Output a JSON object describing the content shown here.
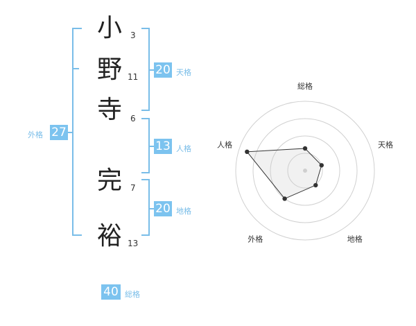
{
  "name": {
    "chars": [
      {
        "char": "小",
        "strokes": "3"
      },
      {
        "char": "野",
        "strokes": "11"
      },
      {
        "char": "寺",
        "strokes": "6"
      },
      {
        "char": "完",
        "strokes": "7"
      },
      {
        "char": "裕",
        "strokes": "13"
      }
    ]
  },
  "fortunes": {
    "tenkaku": {
      "value": "20",
      "label": "天格"
    },
    "jinkaku": {
      "value": "13",
      "label": "人格"
    },
    "chikaku": {
      "value": "20",
      "label": "地格"
    },
    "gaikaku": {
      "value": "27",
      "label": "外格"
    },
    "soukaku": {
      "value": "40",
      "label": "総格"
    }
  },
  "colors": {
    "accent": "#7cc3ef",
    "bracket": "#79bde8",
    "text": "#222222"
  },
  "chart_data": {
    "type": "radar",
    "axes": [
      "総格",
      "天格",
      "地格",
      "外格",
      "人格"
    ],
    "values": [
      0.32,
      0.25,
      0.26,
      0.5,
      0.88
    ],
    "rings": 4
  }
}
